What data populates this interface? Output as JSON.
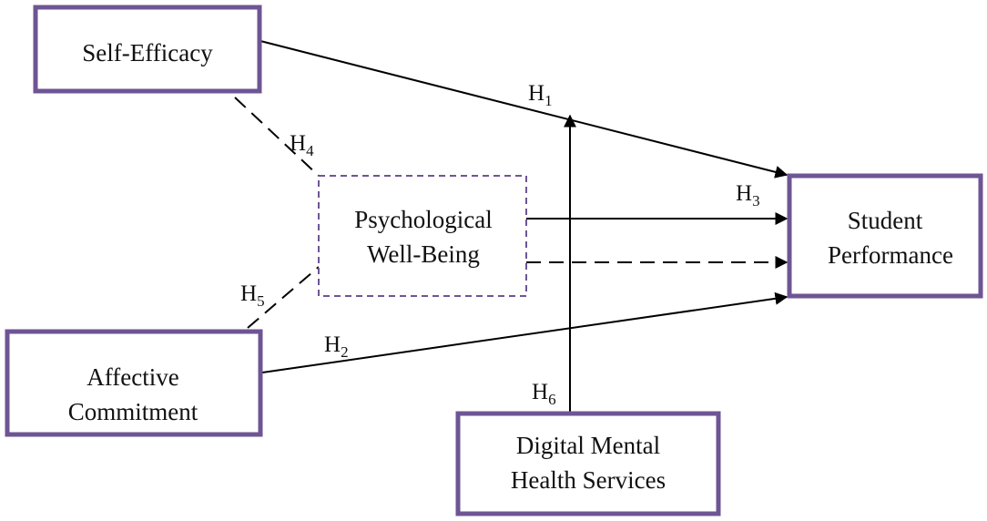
{
  "colors": {
    "box_border": "#6e5594",
    "line": "#000000",
    "text": "#111111"
  },
  "nodes": {
    "self_efficacy": {
      "lines": [
        "Self-Efficacy"
      ]
    },
    "psychological_well_being": {
      "lines": [
        "Psychological",
        "Well-Being"
      ]
    },
    "affective_commitment": {
      "lines": [
        "Affective",
        "Commitment"
      ]
    },
    "student_performance": {
      "lines": [
        "Student",
        "Performance"
      ]
    },
    "digital_mental_health": {
      "lines": [
        "Digital Mental",
        "Health Services"
      ]
    }
  },
  "hypotheses": {
    "h1": {
      "letter": "H",
      "sub": "1"
    },
    "h2": {
      "letter": "H",
      "sub": "2"
    },
    "h3": {
      "letter": "H",
      "sub": "3"
    },
    "h4": {
      "letter": "H",
      "sub": "4"
    },
    "h5": {
      "letter": "H",
      "sub": "5"
    },
    "h6": {
      "letter": "H",
      "sub": "6"
    }
  }
}
